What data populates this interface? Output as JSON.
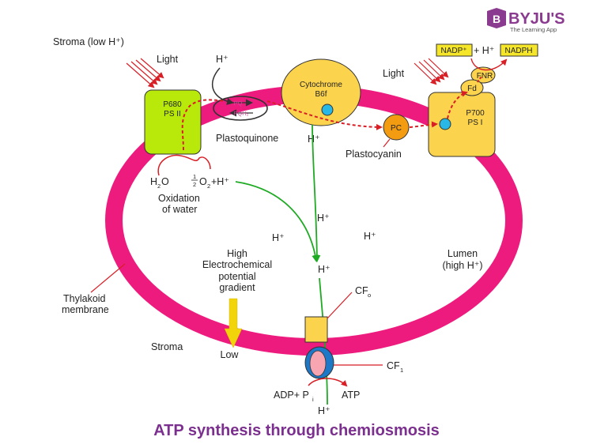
{
  "brand": {
    "logo_letter": "B",
    "name": "BYJU'S",
    "tagline": "The Learning App",
    "color": "#8a3a8f"
  },
  "title": "ATP synthesis through chemiosmosis",
  "colors": {
    "membrane": "#ee1b7e",
    "ps2": "#b9e90a",
    "yellow_complex": "#fcd34d",
    "pc": "#f39c12",
    "proton_path": "#1faa23",
    "electron_path": "#d81f26",
    "gradient_arrow": "#f2d40b",
    "cf1_blue": "#1e78c8",
    "cf1_pink": "#f7a5b0",
    "title": "#7b2f8e"
  },
  "labels": {
    "stroma_low": "Stroma (low H⁺)",
    "light_left": "Light",
    "light_right": "Light",
    "h_top": "H⁺",
    "p680": "P680",
    "ps2": "PS II",
    "pq": "PQ",
    "pqh2": "PQH₂",
    "plastoquinone": "Plastoquinone",
    "cytochrome_1": "Cytochrome",
    "cytochrome_2": "B6f",
    "h_cyto": "H⁺",
    "pc": "PC",
    "plastocyanin": "Plastocyanin",
    "p700": "P700",
    "ps1": "PS I",
    "fnr": "FNR",
    "fd": "Fd",
    "nadp": "NADP⁺",
    "plus_h": "+ H⁺",
    "nadph": "NADPH",
    "h2o_h": "H",
    "h2o_2": "2",
    "h2o_o": "O",
    "half_num": "1",
    "half_den": "2",
    "o2_o": "O",
    "o2_2": "2",
    "o2_plus_h": "+H⁺",
    "oxidation_1": "Oxidation",
    "oxidation_2": "of water",
    "h_lumen_1": "H⁺",
    "h_lumen_2": "H⁺",
    "h_lumen_3": "H⁺",
    "h_lumen_4": "H⁺",
    "high": "High",
    "electrochemical": "Electrochemical",
    "potential": "potential",
    "gradient": "gradient",
    "lumen": "Lumen",
    "lumen_high": "(high H⁺)",
    "cfo_main": "CF",
    "cfo_sub": "o",
    "cf1_main": "CF",
    "cf1_sub": "1",
    "thylakoid": "Thylakoid",
    "membrane": "membrane",
    "stroma": "Stroma",
    "low": "Low",
    "adp": "ADP+ P",
    "pi_sub": "i",
    "atp": "ATP",
    "h_bottom": "H⁺"
  }
}
